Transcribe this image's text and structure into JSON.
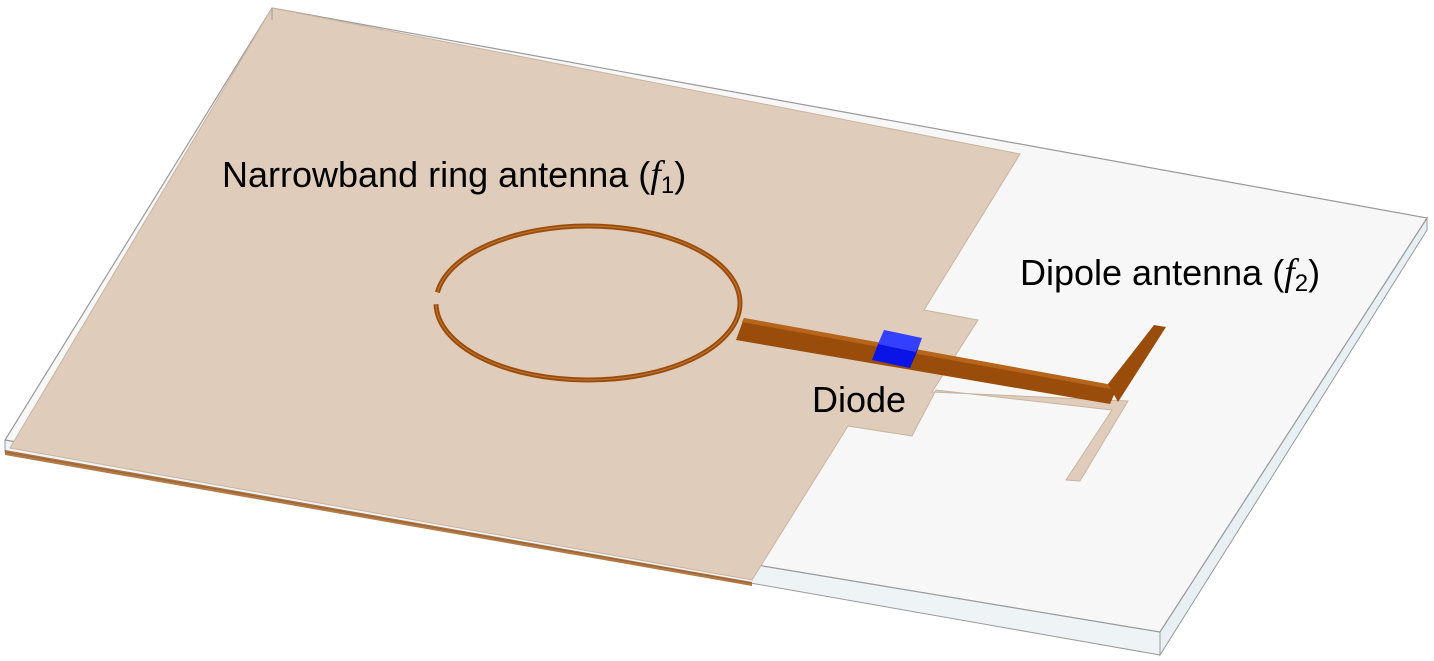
{
  "labels": {
    "ring_antenna": {
      "text": "Narrowband ring antenna (",
      "symbol": "f",
      "subscript": "1",
      "close": ")"
    },
    "dipole_antenna": {
      "text": "Dipole antenna (",
      "symbol": "f",
      "subscript": "2",
      "close": ")"
    },
    "diode": "Diode"
  },
  "colors": {
    "ground_plane": "#dfccbb",
    "substrate_top": "#f7f7f7",
    "substrate_edge": "#eef3f6",
    "copper": "#9a4d0a",
    "diode": "#0a14e6",
    "outline": "#9a9a9a"
  }
}
